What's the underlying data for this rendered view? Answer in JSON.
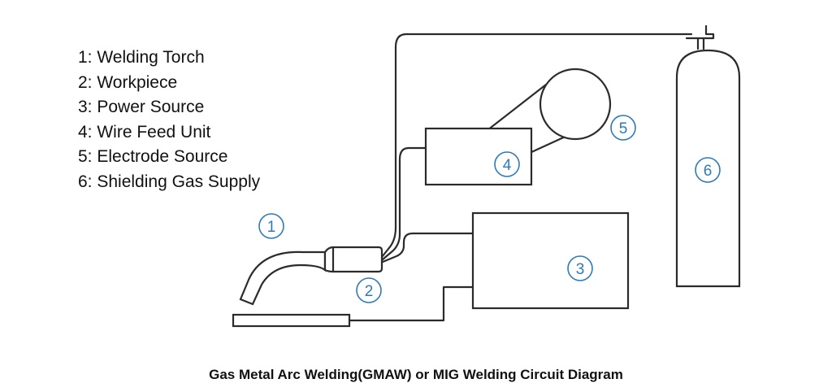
{
  "legend": {
    "items": [
      "1: Welding Torch",
      "2: Workpiece",
      "3: Power Source",
      "4: Wire Feed Unit",
      "5: Electrode Source",
      "6: Shielding Gas Supply"
    ]
  },
  "markers": {
    "torch": "1",
    "workpiece": "2",
    "power_source": "3",
    "wire_feed_unit": "4",
    "electrode_source": "5",
    "gas_supply": "6"
  },
  "caption": "Gas Metal Arc Welding(GMAW) or MIG Welding Circuit Diagram",
  "colors": {
    "line": "#2b2b2b",
    "marker": "#2e7ab8"
  }
}
